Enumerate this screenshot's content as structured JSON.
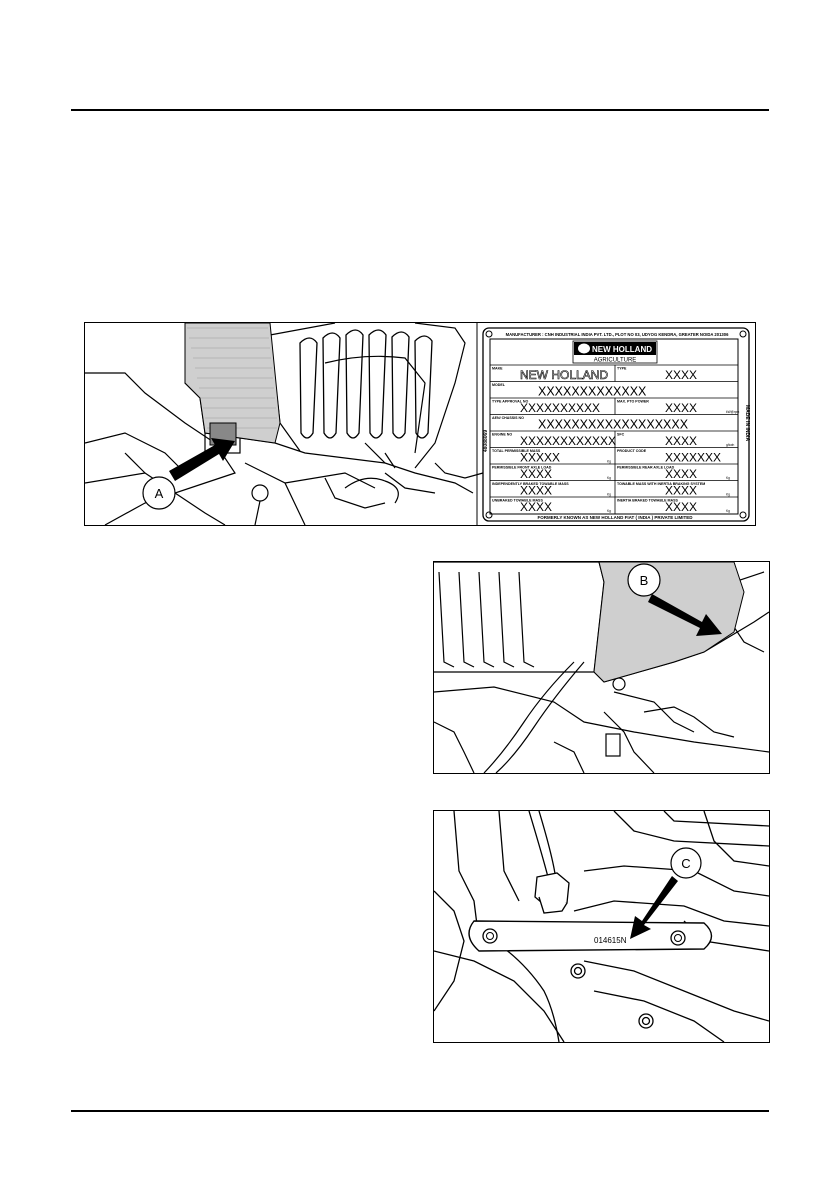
{
  "figure1": {
    "callout": "A",
    "plate": {
      "manufacturer": "MANUFACTURER : CNH INDUSTRIAL INDIA PVT. LTD., PLOT NO 03, UDYOG KENDRA, GREATER NOIDA 201306",
      "brand_name": "NEW HOLLAND",
      "brand_sub": "AGRICULTURE",
      "side_left": "48088069",
      "side_right": "MADE IN INDIA",
      "footer": "FORMERLY KNOWN AS NEW HOLLAND FIAT ( INDIA ) PRIVATE LIMITED",
      "rows": [
        {
          "left_label": "MAKE",
          "left_value": "NEW HOLLAND",
          "right_label": "TYPE",
          "right_value": "XXXX"
        },
        {
          "left_label": "MODEL",
          "left_value": "XXXXXXXXXXXXX"
        },
        {
          "left_label": "TYPE APPROVAL NO",
          "left_value": "XXXXXXXXXX",
          "right_label": "MAX. PTO POWER",
          "right_value": "XXXX",
          "right_unit": "kW@rpm"
        },
        {
          "left_label": "AEN/ CHASSIS NO",
          "left_value": "XXXXXXXXXXXXXXXXXX"
        },
        {
          "left_label": "ENGINE NO",
          "left_value": "XXXXXXXXXXXX",
          "right_label": "SFC",
          "right_value": "XXXX",
          "right_unit": "g/kwh"
        },
        {
          "left_label": "TOTAL PERMISSIBLE MASS",
          "left_value": "XXXXX",
          "left_unit": "Kg",
          "right_label": "PRODUCT CODE",
          "right_value": "XXXXXXX"
        },
        {
          "left_label": "PERMISSIBLE FRONT AXLE LOAD",
          "left_value": "XXXX",
          "left_unit": "Kg",
          "right_label": "PERMISSIBLE REAR AXLE LOAD",
          "right_value": "XXXX",
          "right_unit": "Kg"
        },
        {
          "left_label": "INDEPENDENTLY BRAKED TOWABLE MASS",
          "left_value": "XXXX",
          "left_unit": "Kg",
          "right_label": "TOWABLE MASS WITH INERTIA BRAKING SYSTEM",
          "right_value": "XXXX",
          "right_unit": "Kg"
        },
        {
          "left_label": "UNBRAKED TOWABLE MASS",
          "left_value": "XXXX",
          "left_unit": "Kg",
          "right_label": "INERTIA BRAKED TOWABLE MASS",
          "right_value": "XXXX",
          "right_unit": "Kg"
        }
      ]
    }
  },
  "figure2": {
    "callout": "B"
  },
  "figure3": {
    "callout": "C",
    "serial": "014615N"
  }
}
